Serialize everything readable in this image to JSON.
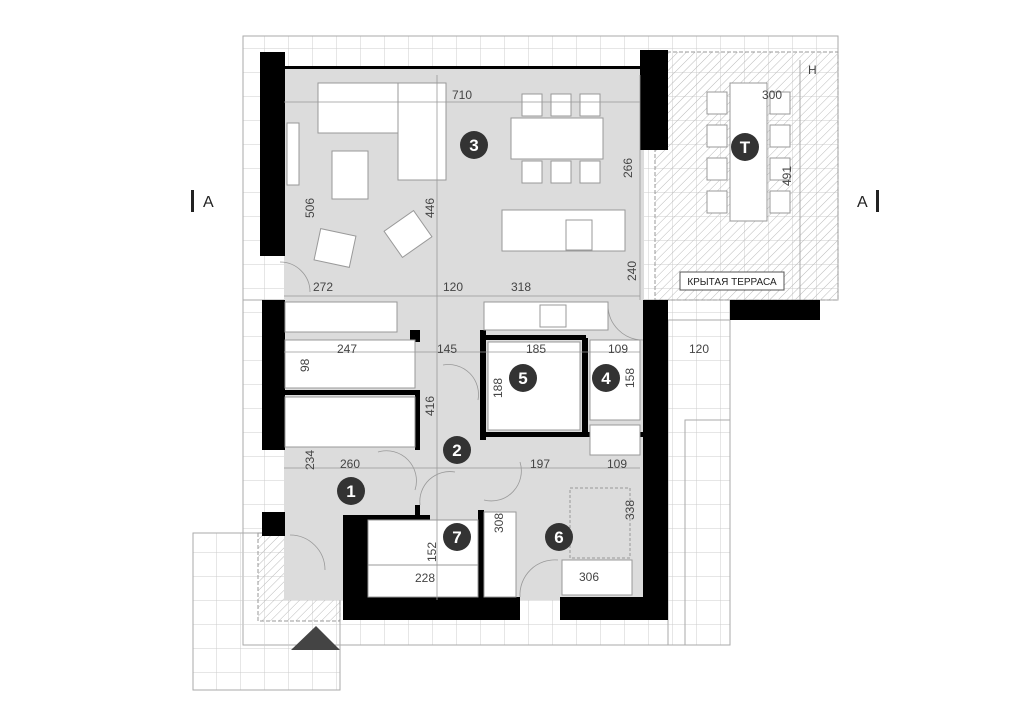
{
  "section_marks": {
    "left": "A",
    "right": "A"
  },
  "north_mark": "H",
  "terrace_label": "КРЫТАЯ ТЕРРАСА",
  "rooms": [
    "1",
    "2",
    "3",
    "4",
    "5",
    "6",
    "7",
    "T"
  ],
  "dims": {
    "d710": "710",
    "d300": "300",
    "d266": "266",
    "d506": "506",
    "d446": "446",
    "d491": "491",
    "d240": "240",
    "d272": "272",
    "d120a": "120",
    "d318": "318",
    "d247": "247",
    "d98": "98",
    "d145": "145",
    "d185": "185",
    "d109a": "109",
    "d120b": "120",
    "d188": "188",
    "d158": "158",
    "d416": "416",
    "d234": "234",
    "d260": "260",
    "d197": "197",
    "d109b": "109",
    "d338": "338",
    "d308": "308",
    "d152": "152",
    "d228": "228",
    "d306": "306"
  },
  "colors": {
    "wall": "#000000",
    "floor": "#dcdcdc",
    "marker": "#333333",
    "paving": "#cccccc"
  }
}
